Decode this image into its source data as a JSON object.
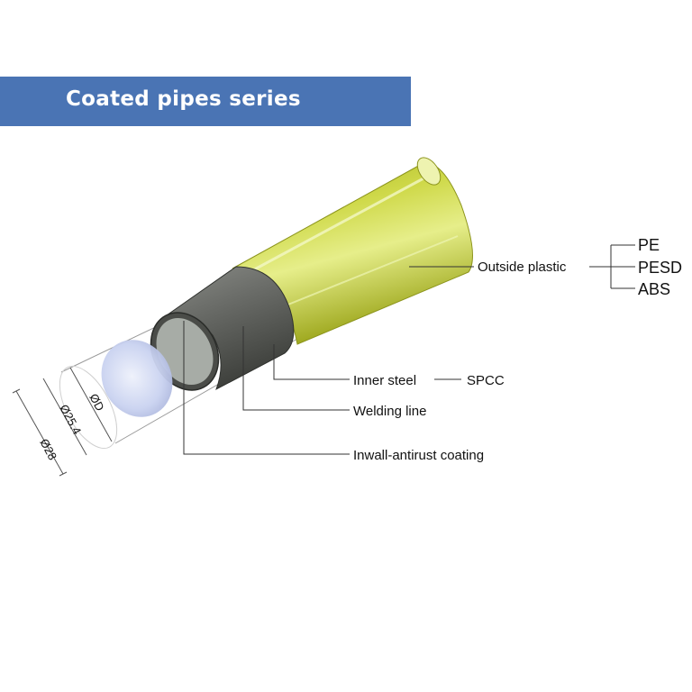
{
  "banner": {
    "title": "Coated pipes series"
  },
  "labels": {
    "outside_plastic": "Outside plastic",
    "inner_steel": "Inner steel",
    "spcc": "SPCC",
    "welding_line": "Welding line",
    "inwall_coating": "Inwall-antirust coating"
  },
  "plastic_options": [
    "PE",
    "PESD",
    "ABS"
  ],
  "dimensions": {
    "outer": "Ø28",
    "middle": "Ø25.4",
    "inner": "ØD"
  },
  "colors": {
    "banner": "#4a74b4",
    "plastic": "#c4cf3a",
    "steel": "#5d5f5b",
    "liner": "#c8d1ef"
  }
}
